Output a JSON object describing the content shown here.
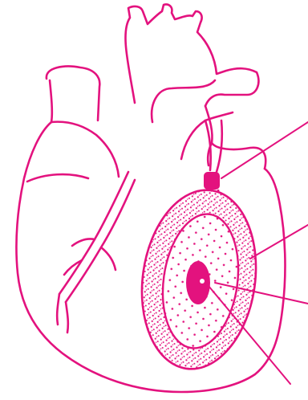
{
  "diagram": {
    "subject": "heart-infarct-illustration",
    "stroke_color": "#e3127e",
    "fill_color": "#e3127e",
    "background": "#ffffff",
    "callout_lines": [
      {
        "name": "leader-line-occlusion"
      },
      {
        "name": "leader-line-outer-rim"
      },
      {
        "name": "leader-line-dotted-zone"
      },
      {
        "name": "leader-line-core"
      }
    ],
    "regions": [
      {
        "name": "coronary-occlusion"
      },
      {
        "name": "stippled-outer-rim"
      },
      {
        "name": "dotted-middle-zone"
      },
      {
        "name": "infarct-core"
      }
    ]
  }
}
